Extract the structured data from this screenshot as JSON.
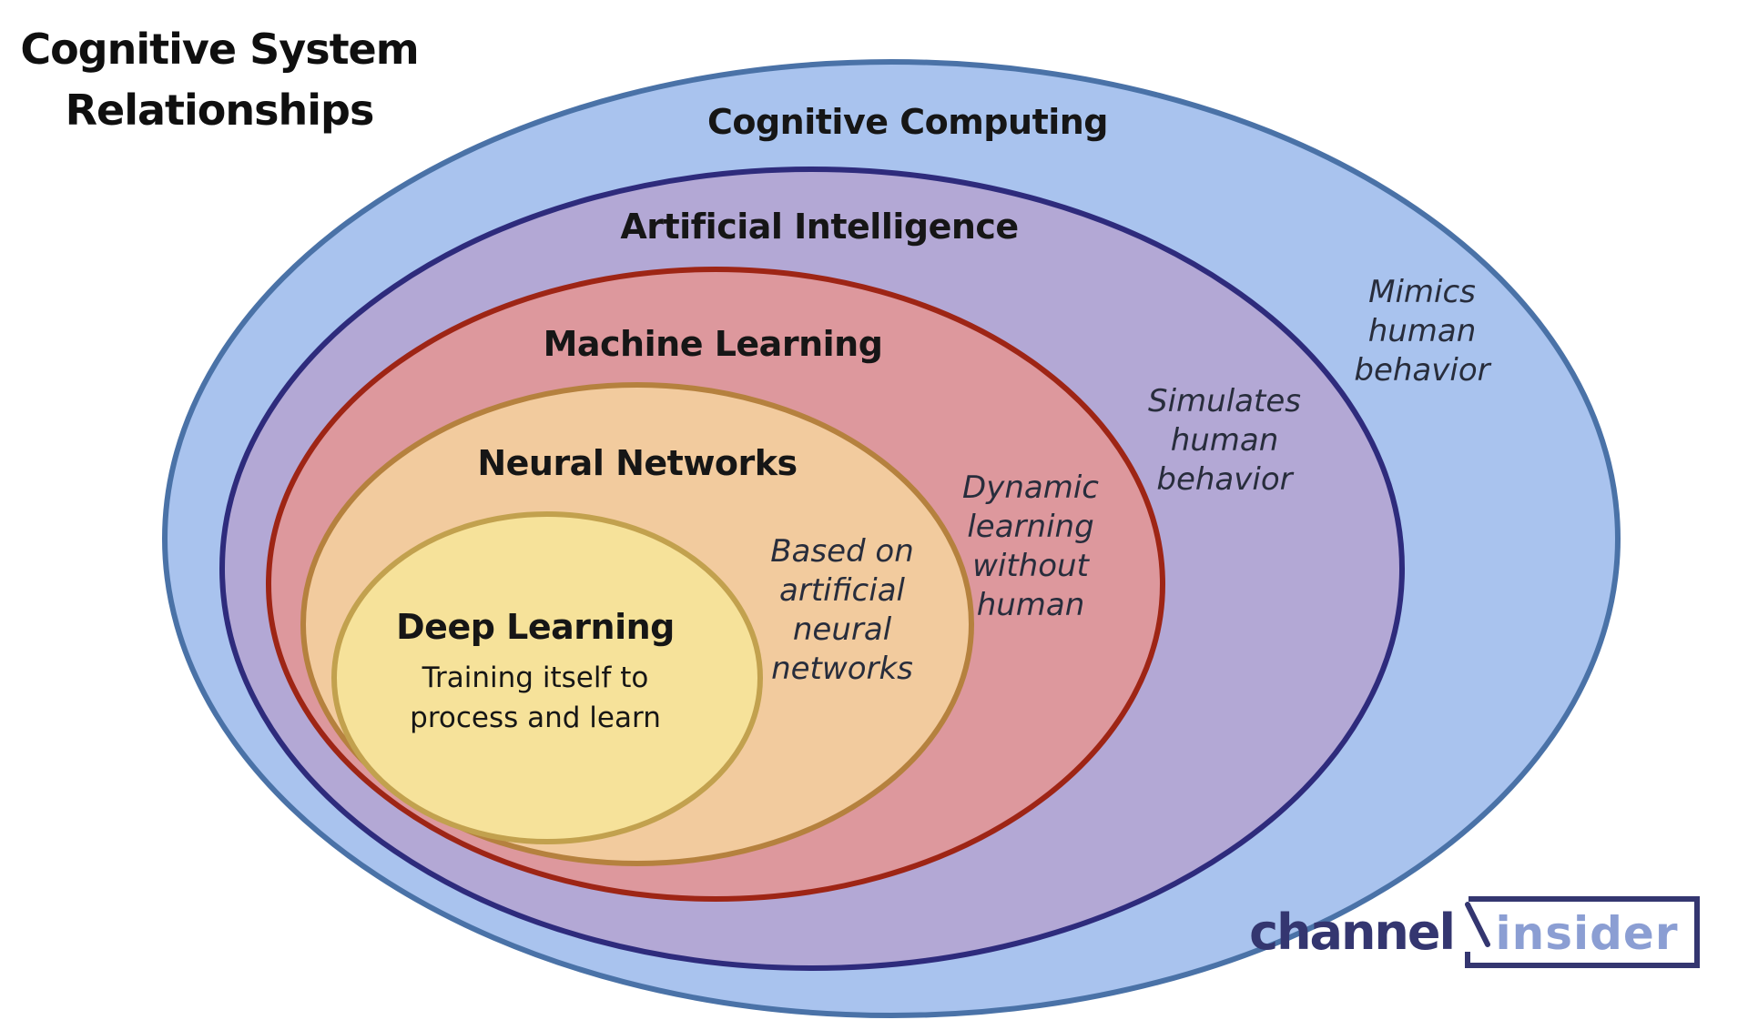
{
  "title": {
    "line1": "Cognitive System",
    "line2": "Relationships"
  },
  "rings": [
    {
      "name": "cognitive-computing",
      "label": "Cognitive Computing",
      "fill": "#a9c3ee",
      "stroke": "#4a72a7"
    },
    {
      "name": "artificial-intelligence",
      "label": "Artificial Intelligence",
      "fill": "#b3a8d5",
      "stroke": "#2e2b7c"
    },
    {
      "name": "machine-learning",
      "label": "Machine Learning",
      "fill": "#dd989d",
      "stroke": "#9e2515"
    },
    {
      "name": "neural-networks",
      "label": "Neural Networks",
      "fill": "#f2cb9e",
      "stroke": "#b5813e"
    },
    {
      "name": "deep-learning",
      "label": "Deep Learning",
      "fill": "#f6e29a",
      "stroke": "#c2a14e"
    }
  ],
  "deep_learning_note": {
    "line1": "Training itself to",
    "line2": "process and learn"
  },
  "annotations": {
    "based_on": {
      "lines": [
        "Based on",
        "artificial",
        "neural",
        "networks"
      ]
    },
    "dynamic": {
      "lines": [
        "Dynamic",
        "learning",
        "without",
        "human"
      ]
    },
    "simulates": {
      "lines": [
        "Simulates",
        "human",
        "behavior"
      ]
    },
    "mimics": {
      "lines": [
        "Mimics",
        "human",
        "behavior"
      ]
    }
  },
  "logo": {
    "word1": "channel",
    "word2": "insider",
    "navy": "#343670",
    "light": "#8b9ed3"
  },
  "colors": {
    "background": "#ffffff",
    "title_text": "#0f0f0f",
    "label_text": "#161616",
    "annotation_text": "#282d3c"
  }
}
